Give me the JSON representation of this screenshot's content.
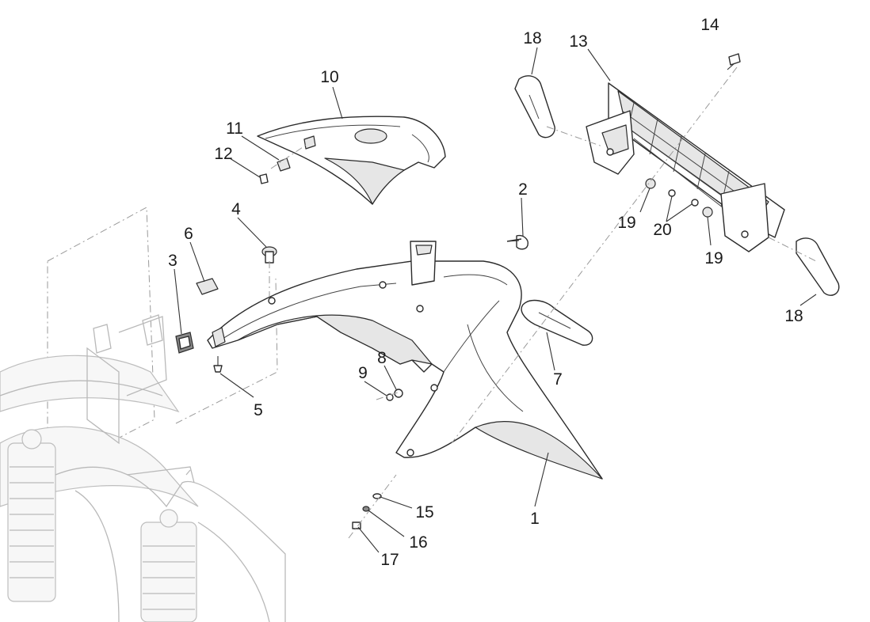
{
  "callouts": [
    {
      "id": "1",
      "label": "1"
    },
    {
      "id": "2",
      "label": "2"
    },
    {
      "id": "3",
      "label": "3"
    },
    {
      "id": "4",
      "label": "4"
    },
    {
      "id": "5",
      "label": "5"
    },
    {
      "id": "6",
      "label": "6"
    },
    {
      "id": "7",
      "label": "7"
    },
    {
      "id": "8",
      "label": "8"
    },
    {
      "id": "9",
      "label": "9"
    },
    {
      "id": "10",
      "label": "10"
    },
    {
      "id": "11",
      "label": "11"
    },
    {
      "id": "12",
      "label": "12"
    },
    {
      "id": "13",
      "label": "13"
    },
    {
      "id": "14",
      "label": "14"
    },
    {
      "id": "15",
      "label": "15"
    },
    {
      "id": "16",
      "label": "16"
    },
    {
      "id": "17",
      "label": "17"
    },
    {
      "id": "18a",
      "label": "18"
    },
    {
      "id": "18b",
      "label": "18"
    },
    {
      "id": "19a",
      "label": "19"
    },
    {
      "id": "19b",
      "label": "19"
    },
    {
      "id": "20",
      "label": "20"
    }
  ]
}
